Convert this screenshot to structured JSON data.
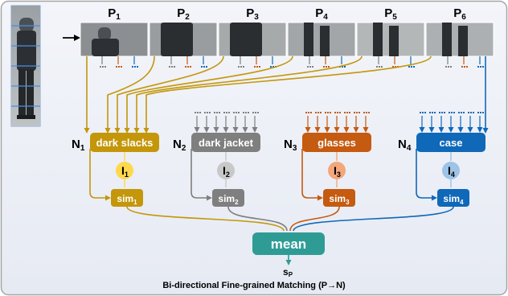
{
  "patches": [
    "P1",
    "P2",
    "P3",
    "P4",
    "P5",
    "P6"
  ],
  "patch_labels": [
    {
      "main": "P",
      "sub": "1"
    },
    {
      "main": "P",
      "sub": "2"
    },
    {
      "main": "P",
      "sub": "3"
    },
    {
      "main": "P",
      "sub": "4"
    },
    {
      "main": "P",
      "sub": "5"
    },
    {
      "main": "P",
      "sub": "6"
    }
  ],
  "nouns": [
    {
      "prefix": "N",
      "sub": "1",
      "phrase": "dark slacks",
      "color": "#c4960a",
      "light": "#ffd84d",
      "sim_sub": "1",
      "i_sub": "1"
    },
    {
      "prefix": "N",
      "sub": "2",
      "phrase": "dark jacket",
      "color": "#7f7f7f",
      "light": "#c8c8c8",
      "sim_sub": "2",
      "i_sub": "2"
    },
    {
      "prefix": "N",
      "sub": "3",
      "phrase": "glasses",
      "color": "#c55a11",
      "light": "#f4a77a",
      "sim_sub": "3",
      "i_sub": "3"
    },
    {
      "prefix": "N",
      "sub": "4",
      "phrase": "case",
      "color": "#1068b8",
      "light": "#9dc3e6",
      "sim_sub": "4",
      "i_sub": "4"
    }
  ],
  "i_label": "I",
  "sim_label": "sim",
  "mean_label": "mean",
  "score": {
    "main": "s",
    "sub": "P"
  },
  "caption": "Bi-directional Fine-grained Matching (P→N)",
  "colors": {
    "teal": "#2e9c95",
    "frame": "#a6a6a6",
    "bg": "#edf0f7"
  }
}
